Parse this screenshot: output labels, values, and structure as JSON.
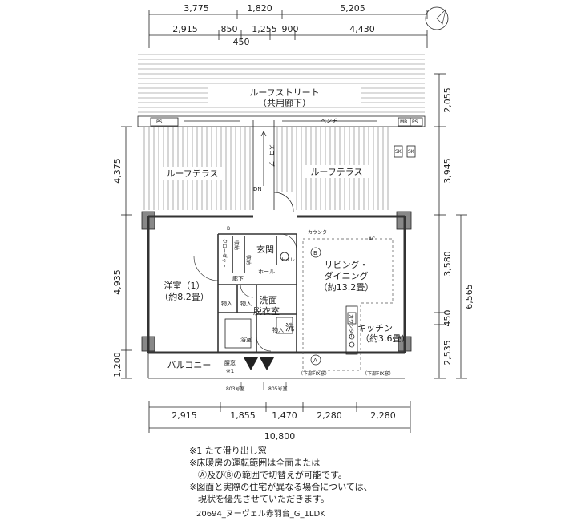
{
  "dimensions": {
    "top_row1": [
      "3,775",
      "1,820",
      "5,205"
    ],
    "top_row2": [
      "2,915",
      "850",
      "1,255",
      "900",
      "4,430"
    ],
    "top_row2_sub": "450",
    "left_col": [
      "4,375",
      "4,935",
      "1,200"
    ],
    "right_col1": [
      "2,055",
      "3,945",
      "3,580",
      "450",
      "2,535"
    ],
    "right_col2": "6,565",
    "bottom_row": [
      "2,915",
      "1,855",
      "1,470",
      "2,280",
      "2,280"
    ],
    "bottom_total": "10,800"
  },
  "labels": {
    "roof_street": "ルーフストリート",
    "shared_corridor": "（共用廊下）",
    "roof_terrace_left": "ルーフテラス",
    "roof_terrace_right": "ルーフテラス",
    "slope": "スロープ",
    "dn": "DN",
    "bench": "ベンチ",
    "ps_left": "PS",
    "ps_right": "PS",
    "mb": "MB",
    "sk1": "SK",
    "sk2": "SK",
    "b_box": "B",
    "closet": "クローゼット",
    "storage1": "収納",
    "storage2": "収納",
    "genkan": "玄関",
    "toilet": "トイレ",
    "hall": "ホール",
    "counter": "カウンター",
    "ac": "AC",
    "marker_b": "B",
    "marker_a": "A",
    "living1": "リビング・",
    "living2": "ダイニング",
    "living_area": "（約13.2畳）",
    "western1": "洋室（1）",
    "western_area": "（約8.2畳）",
    "corridor": "廊下",
    "monoire1": "物入",
    "monoire2": "物入",
    "monoire3": "物入",
    "senmen": "洗面",
    "datsuishitsu": "脱衣室",
    "wash": "洗",
    "bathroom": "浴室",
    "counter_v": "カウンター",
    "kitchen": "キッチン",
    "kitchen_area": "（約3.6畳）",
    "balcony": "バルコニー",
    "koshimado": "腰窓",
    "koshimado_note": "※1",
    "fix1": "（下部FIX窓）",
    "fix2": "（下部FIX窓）",
    "room803": "803号室",
    "room805": "805号室"
  },
  "notes": [
    "※1 たて滑り出し窓",
    "※床暖房の運転範囲は全面または",
    "Ⓐ及びⒷの範囲で切替えが可能です。",
    "※図面と実際の住宅が異なる場合については、",
    "現状を優先させていただきます。"
  ],
  "caption": "20694_ヌーヴェル赤羽台_G_1LDK",
  "colors": {
    "line": "#222222",
    "wall": "#333333",
    "hatch": "#777777",
    "bg": "#ffffff"
  }
}
